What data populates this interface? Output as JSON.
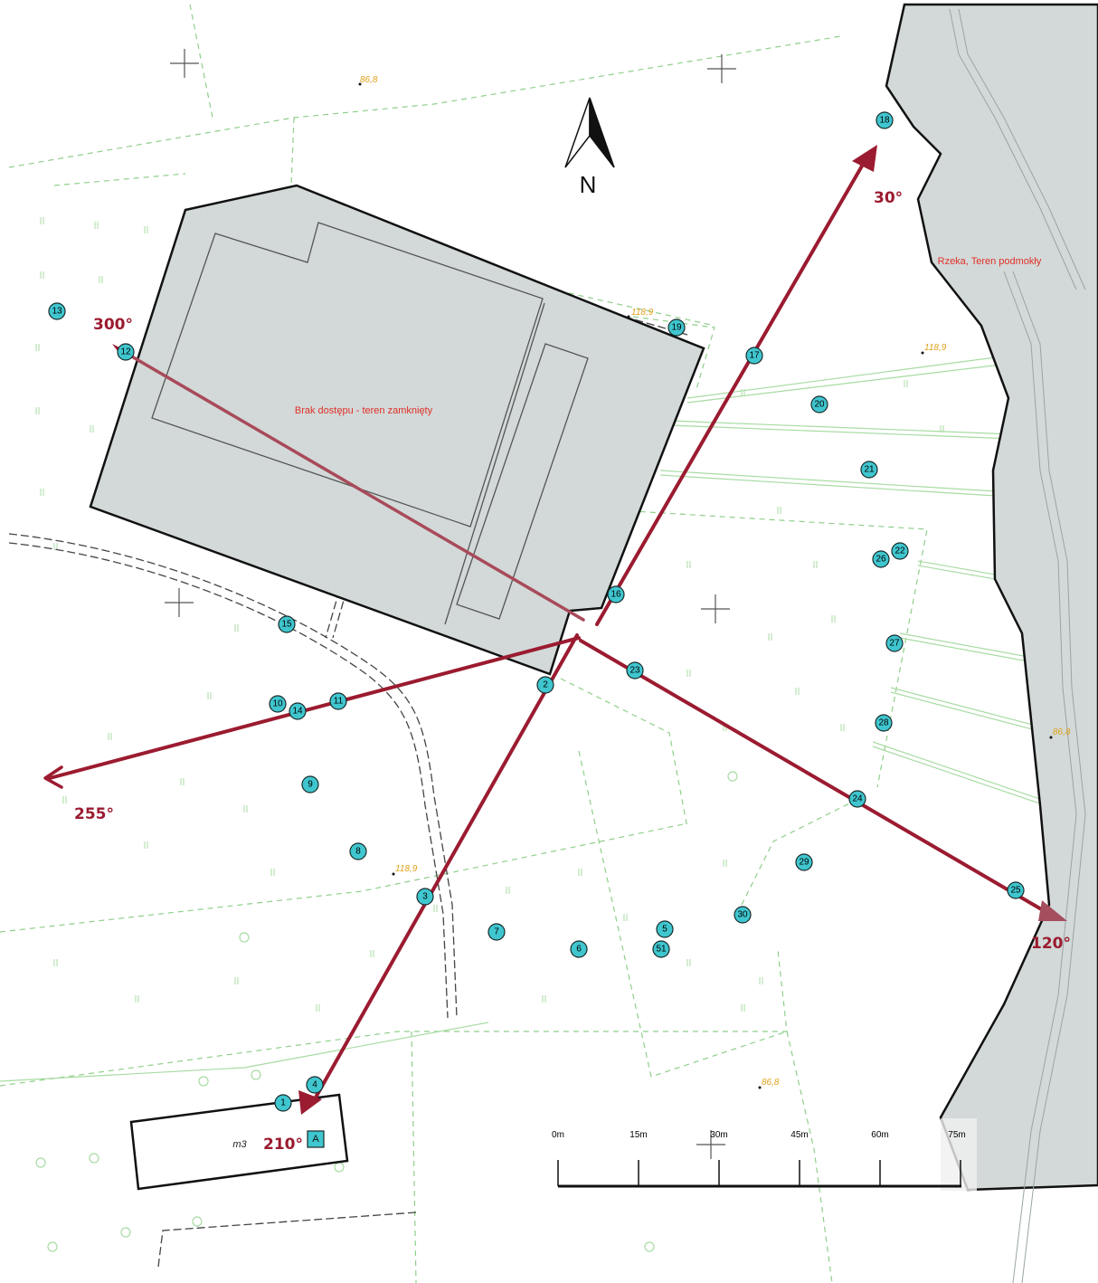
{
  "colors": {
    "bearing": "#9b1b30",
    "marker_fill": "#3fc6cf",
    "marker_stroke": "#1a2a2a",
    "area_fill": "#d2d9d8",
    "contour": "#8fcf8a",
    "label_red": "#e0302a",
    "elevation": "#e0a11a"
  },
  "north": {
    "label": "N"
  },
  "areas": {
    "closed_label": "Brak dostępu - teren zamknięty",
    "river_label": "Rzeka, Teren podmokły"
  },
  "bearings": [
    {
      "label": "30°"
    },
    {
      "label": "120°"
    },
    {
      "label": "210°"
    },
    {
      "label": "255°"
    },
    {
      "label": "300°"
    }
  ],
  "markers": [
    "1",
    "2",
    "3",
    "4",
    "5",
    "6",
    "7",
    "8",
    "9",
    "10",
    "11",
    "12",
    "13",
    "14",
    "15",
    "16",
    "17",
    "18",
    "19",
    "20",
    "21",
    "22",
    "23",
    "24",
    "25",
    "26",
    "27",
    "28",
    "29",
    "30",
    "51"
  ],
  "elevations": [
    "86,8",
    "118,9",
    "118,9",
    "86,8",
    "118,9",
    "86,8"
  ],
  "labels": {
    "building_code": "m3",
    "station": "A"
  },
  "scale": [
    "0m",
    "15m",
    "30m",
    "45m",
    "60m",
    "75m"
  ]
}
